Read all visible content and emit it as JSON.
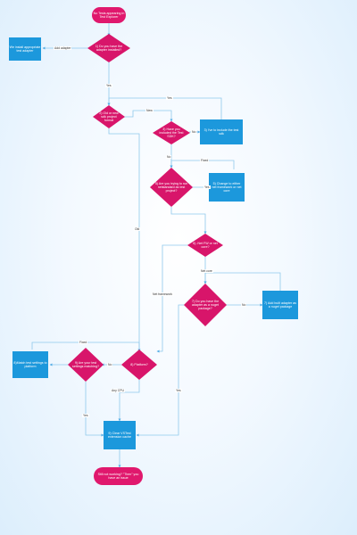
{
  "diagram": {
    "colors": {
      "terminal": "#e0186d",
      "decision": "#d8156a",
      "process": "#1c98dc",
      "edge": "#8fc9ec",
      "arrow": "#56aee6"
    },
    "nodes": {
      "start": "No Tests appearing in Test Explorer",
      "d_adapter": "1) Do you have the adapter installed?",
      "p_install": "We install appropriate test adapter",
      "d_format": "2) Old or new sdk project format",
      "d_sdk": "3) Have you included the Test SDK?",
      "p_include_sdk": "3) I've to include the test sdk",
      "d_netstd": "5) Are you trying to run netstandard as test project?",
      "p_change": "5) Change to either net framework or net core",
      "d_netfw": "6) .Net FW or net core?",
      "d_nuget": "7) Do you have the adapter as a nuget package?",
      "p_add_nuget": "7) Add built adapter as a nuget package",
      "d_platform": "8) Platform?",
      "d_settings": "9) Are your test settings matching?",
      "p_match": "8)Match test settings to platform",
      "p_clear": "9) Clear VSTest extension cache",
      "end": "Still not working? \"Then\" you have an issue"
    },
    "edge_labels": {
      "no_adapter": "Add adapter",
      "yes_1": "Yes",
      "new": "New",
      "yes_2": "Yes",
      "no_1": "No",
      "old": "Old",
      "yes_3": "Yes",
      "fixed": "Fixed",
      "no_2": "No",
      "net_core": "Net core",
      "net_framework": "Net framework",
      "no_3": "No",
      "fixed_2": "Fixed",
      "yes_4": "Yes",
      "no_4": "No",
      "any_cpu": "Any CPU",
      "yes_5": "Yes"
    }
  }
}
